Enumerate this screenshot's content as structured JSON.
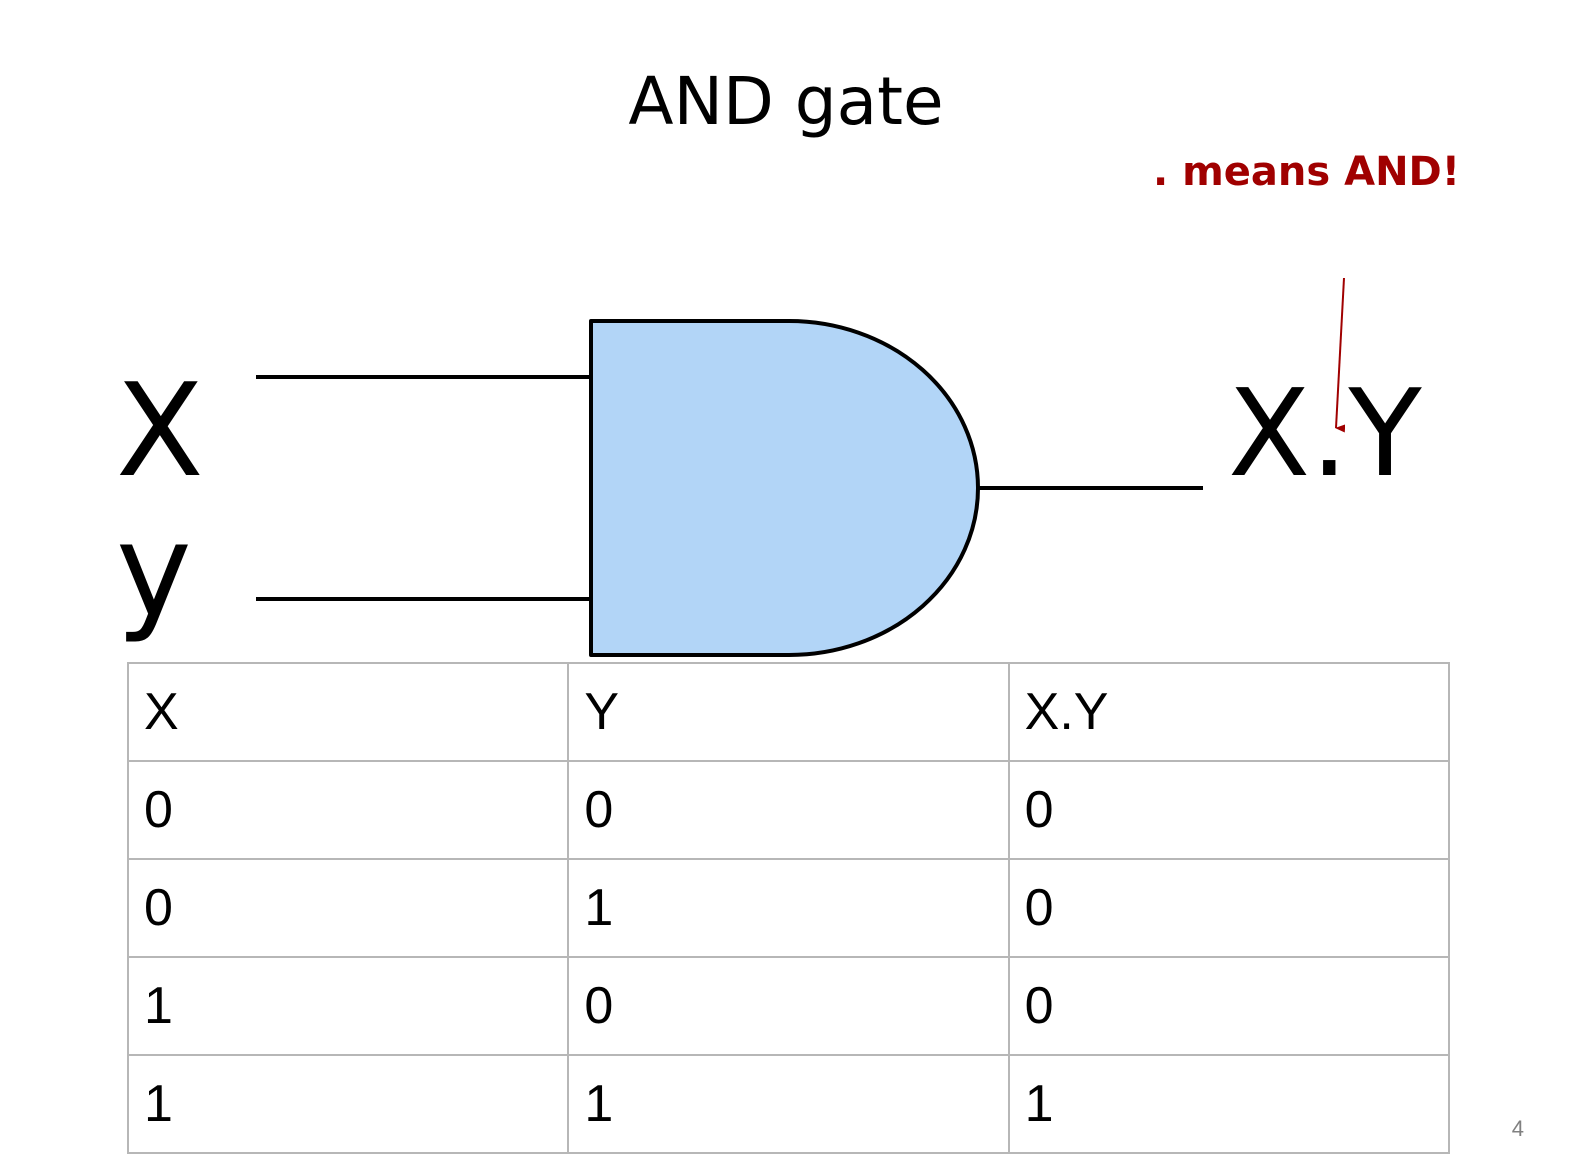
{
  "slide": {
    "title": "AND gate",
    "annotation": ". means AND!",
    "annotation_color": "#a00000",
    "page_number": "4"
  },
  "gate": {
    "input_a": "X",
    "input_b": "y",
    "output": "X.Y",
    "fill_color": "#b2d5f7",
    "stroke_color": "#000000"
  },
  "truth_table": {
    "headers": [
      "X",
      "Y",
      "X.Y"
    ],
    "rows": [
      [
        "0",
        "0",
        "0"
      ],
      [
        "0",
        "1",
        "0"
      ],
      [
        "1",
        "0",
        "0"
      ],
      [
        "1",
        "1",
        "1"
      ]
    ]
  }
}
